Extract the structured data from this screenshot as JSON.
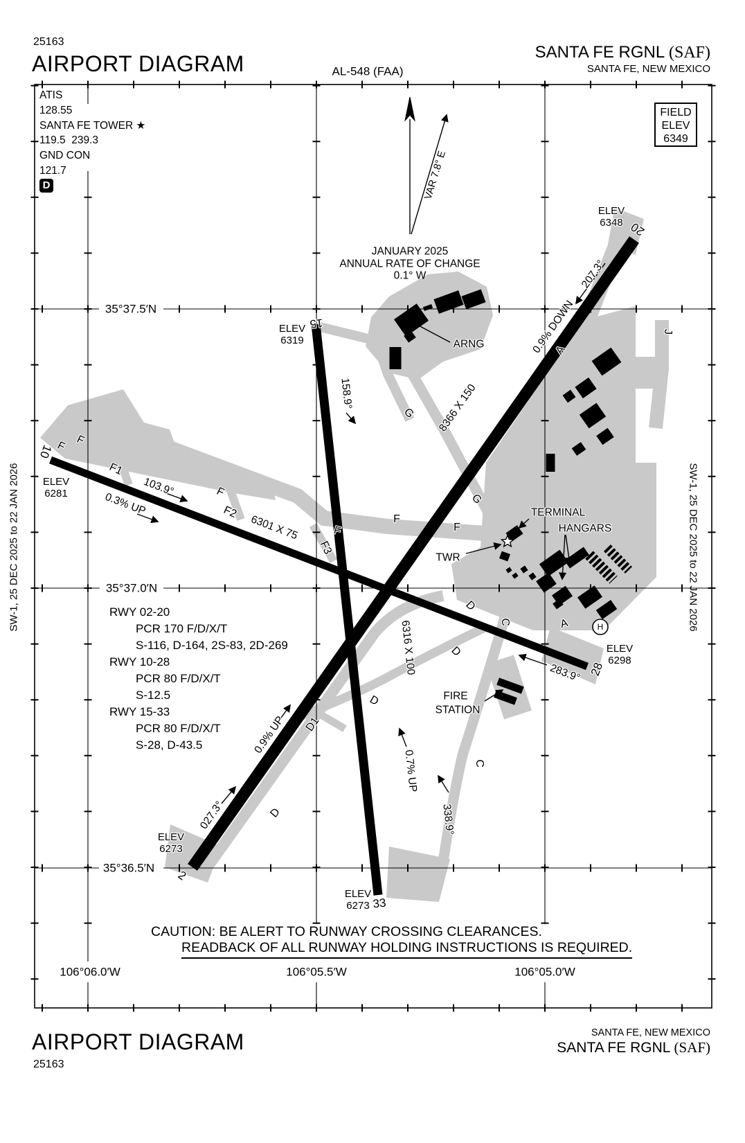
{
  "header": {
    "chart_number": "25163",
    "title": "AIRPORT DIAGRAM",
    "procedure_number": "AL-548 (FAA)",
    "airport_name": "SANTA FE RGNL ",
    "airport_id": "(SAF)",
    "city": "SANTA FE, NEW MEXICO"
  },
  "footer": {
    "title": "AIRPORT DIAGRAM",
    "chart_number": "25163",
    "city": "SANTA FE, NEW MEXICO",
    "airport_name": "SANTA FE RGNL ",
    "airport_id": "(SAF)"
  },
  "margin": {
    "left": "SW-1, 25 DEC 2025 to 22 JAN 2026",
    "right": "SW-1, 25 DEC 2025 to 22 JAN 2026"
  },
  "comm": {
    "lines": [
      "ATIS",
      "128.55",
      "SANTA FE TOWER ★",
      "119.5  239.3",
      "GND CON",
      "121.7"
    ],
    "d_symbol": "D"
  },
  "field_elev": {
    "label1": "FIELD",
    "label2": "ELEV",
    "value": "6349"
  },
  "north": {
    "var": "VAR 7.8° E",
    "note1": "JANUARY 2025",
    "note2": "ANNUAL RATE OF CHANGE",
    "note3": "0.1° W"
  },
  "labels": {
    "elev": "ELEV"
  },
  "runways": [
    {
      "id": "02-20",
      "dimensions": "8366 X 150",
      "gradient_up": "0.9% UP",
      "gradient_down": "0.9% DOWN",
      "end_sw": {
        "number": "2",
        "elev": "6273",
        "heading": "027.3°"
      },
      "end_ne": {
        "number": "20",
        "elev": "6348",
        "heading": "207.3°"
      }
    },
    {
      "id": "10-28",
      "dimensions": "6301 X 75",
      "gradient": "0.3% UP",
      "end_w": {
        "number": "10",
        "elev": "6281",
        "heading": "103.9°"
      },
      "end_e": {
        "number": "28",
        "elev": "6298",
        "heading": "283.9°"
      }
    },
    {
      "id": "15-33",
      "dimensions": "6316 X 100",
      "gradient": "0.7% UP",
      "end_n": {
        "number": "15",
        "elev": "6319",
        "heading": "158.9°"
      },
      "end_s": {
        "number": "33",
        "elev": "6273",
        "heading": "338.9°"
      }
    }
  ],
  "runway_data": {
    "rows": [
      {
        "rwy": "RWY 02-20",
        "pcr": "PCR 170 F/D/X/T",
        "codes": "S-116, D-164, 2S-83, 2D-269"
      },
      {
        "rwy": "RWY 10-28",
        "pcr": "PCR 80 F/D/X/T",
        "codes": "S-12.5"
      },
      {
        "rwy": "RWY 15-33",
        "pcr": "PCR 80 F/D/X/T",
        "codes": "S-28, D-43.5"
      }
    ]
  },
  "graticule": {
    "lat": [
      "35°37.5′N",
      "35°37.0′N",
      "35°36.5′N"
    ],
    "lon": [
      "106°06.0′W",
      "106°05.5′W",
      "106°05.0′W"
    ]
  },
  "taxiways": [
    "F",
    "F",
    "F1",
    "F",
    "F2",
    "F3",
    "F",
    "F",
    "F",
    "G",
    "G",
    "J",
    "A",
    "A",
    "D",
    "D",
    "D",
    "D1",
    "D",
    "C",
    "C"
  ],
  "facilities": {
    "arng": "ARNG",
    "twr": "TWR",
    "terminal": "TERMINAL",
    "hangars": "HANGARS",
    "fire1": "FIRE",
    "fire2": "STATION",
    "helipad": "H"
  },
  "caution": {
    "line1": "CAUTION: BE ALERT TO RUNWAY CROSSING CLEARANCES.",
    "line2": "READBACK OF ALL RUNWAY HOLDING INSTRUCTIONS IS REQUIRED."
  }
}
